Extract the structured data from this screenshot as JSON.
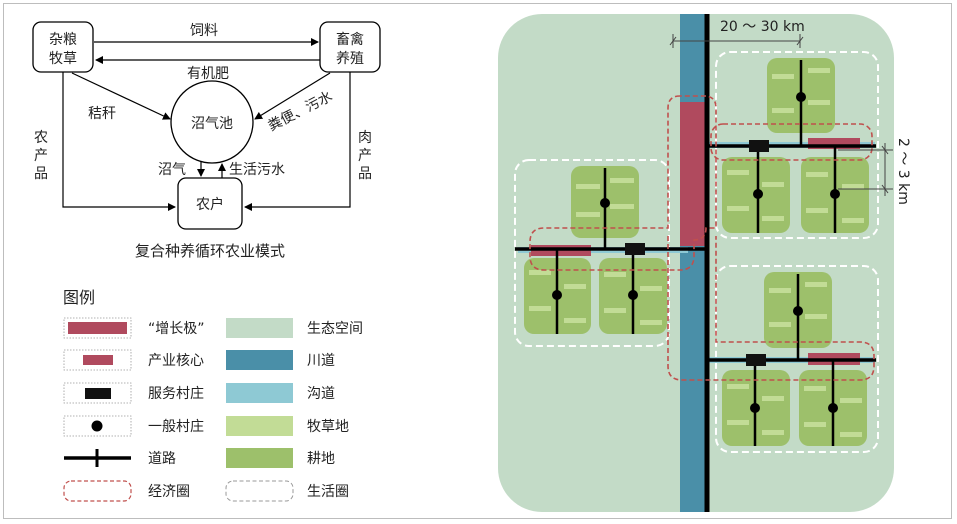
{
  "flow": {
    "nodes": {
      "crops_line1": "杂粮",
      "crops_line2": "牧草",
      "livestock_line1": "畜禽",
      "livestock_line2": "养殖",
      "biogas": "沼气池",
      "farmer": "农户"
    },
    "edges": {
      "feed": "饲料",
      "fertilizer": "有机肥",
      "straw": "秸秆",
      "manure": "粪便、污水",
      "agri_line1": "农",
      "agri_line2": "产",
      "agri_line3": "品",
      "meat_line1": "肉",
      "meat_line2": "产",
      "meat_line3": "品",
      "gas": "沼气",
      "wastewater": "生活污水"
    },
    "caption": "复合种养循环农业模式"
  },
  "legend": {
    "title": "图例",
    "left": [
      "“增长极”",
      "产业核心",
      "服务村庄",
      "一般村庄",
      "道路",
      "经济圈"
    ],
    "right": [
      "生态空间",
      "川道",
      "沟道",
      "牧草地",
      "耕地",
      "生活圈"
    ]
  },
  "colors": {
    "ecological": "#c3dbc7",
    "river": "#4a8fa8",
    "channel": "#8ec9d4",
    "pasture": "#c2dc96",
    "farmland": "#9dc06b",
    "growth_pole": "#b04a5e",
    "economic_circle": "#c0504d",
    "living_circle": "#ffffff"
  },
  "map": {
    "horizontal_dimension": "20 ～ 30 km",
    "vertical_dimension": "2 ～ 3 km"
  }
}
